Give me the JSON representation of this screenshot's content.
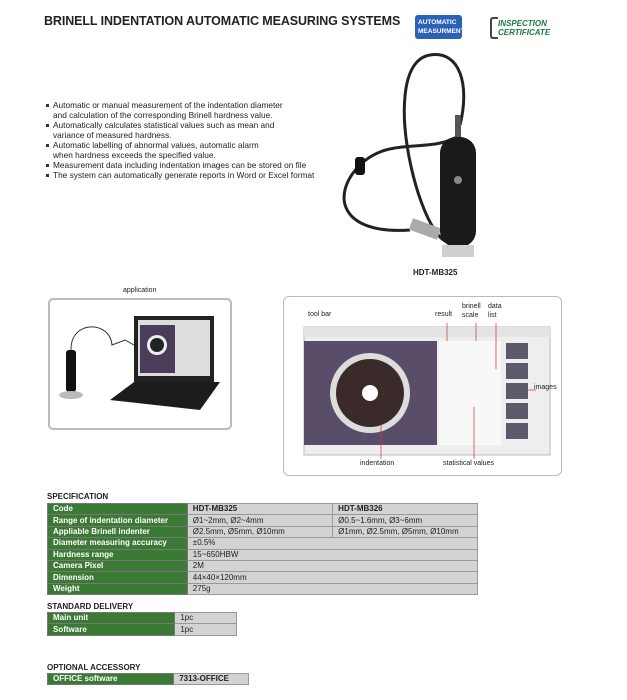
{
  "header": {
    "title": "BRINELL INDENTATION AUTOMATIC MEASURING  SYSTEMS",
    "badge_line1": "AUTOMATIC",
    "badge_line2": "MEASURMENT",
    "cert_line1": "INSPECTION",
    "cert_line2": "CERTIFICATE"
  },
  "features": [
    "Automatic or manual measurement of the indentation diameter",
    "and calculation of the corresponding Brinell hardness value.",
    "Automatically calculates statistical values such as mean and",
    "variance of measured hardness.",
    "Automatic labelling of abnormal values, automatic alarm",
    "when hardness exceeds the specified value.",
    "Measurement data including indentation images can be stored on file",
    "The system can automatically generate reports in Word or Excel format"
  ],
  "product_model": "HDT-MB325",
  "application_label": "application",
  "software_callouts": {
    "tool_bar": "tool bar",
    "result": "result",
    "brinell_scale": "brinell scale",
    "data_list": "data list",
    "images": "images",
    "indentation": "indentation",
    "statistical_values": "statistical values"
  },
  "colors": {
    "header_cell": "#3b7a35",
    "value_cell": "#d3d3d3",
    "badge": "#2b62b8",
    "cert": "#1d7a3c"
  },
  "specification": {
    "title": "SPECIFICATION",
    "rows": [
      [
        "Code",
        "HDT-MB325",
        "HDT-MB326"
      ],
      [
        "Range of indentation diameter",
        "Ø1~2mm, Ø2~4mm",
        "Ø0.5~1.6mm, Ø3~6mm"
      ],
      [
        "Appliable Brinell indenter",
        "Ø2.5mm, Ø5mm, Ø10mm",
        "Ø1mm, Ø2.5mm, Ø5mm, Ø10mm"
      ],
      [
        "Diameter measuring accuracy",
        "±0.5%"
      ],
      [
        "Hardness range",
        "15~650HBW"
      ],
      [
        "Camera Pixel",
        "2M"
      ],
      [
        "Dimension",
        "44×40×120mm"
      ],
      [
        "Weight",
        "275g"
      ]
    ]
  },
  "standard_delivery": {
    "title": "STANDARD DELIVERY",
    "rows": [
      [
        "Main unit",
        "1pc"
      ],
      [
        "Software",
        "1pc"
      ]
    ]
  },
  "optional_accessory": {
    "title": "OPTIONAL ACCESSORY",
    "rows": [
      [
        "OFFICE software",
        "7313-OFFICE"
      ]
    ]
  }
}
